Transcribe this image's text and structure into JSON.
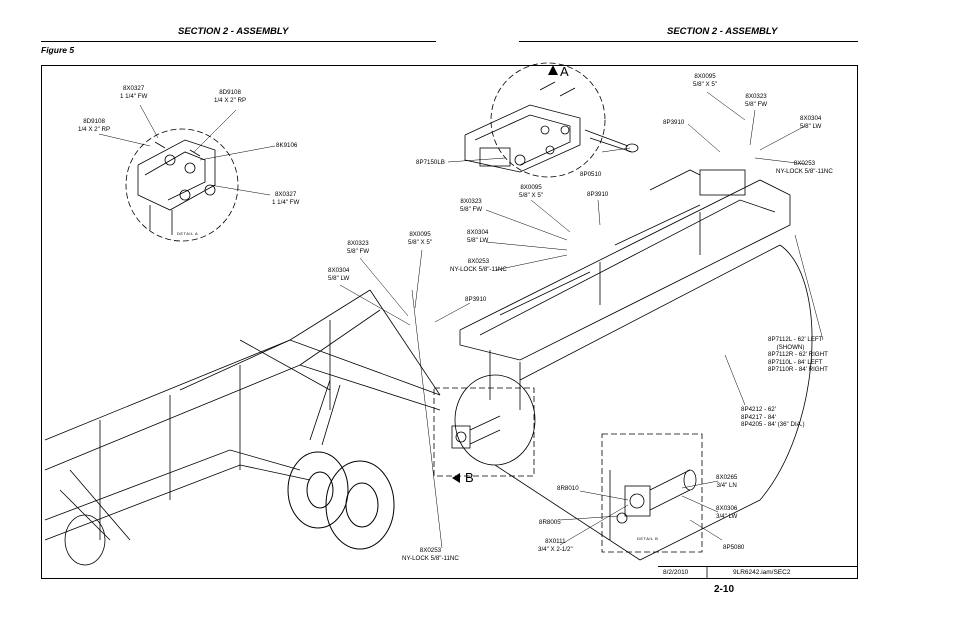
{
  "header": {
    "left_title": "SECTION 2 - ASSEMBLY",
    "right_title": "SECTION 2 - ASSEMBLY"
  },
  "figure_label": "Figure 5",
  "detail_markers": {
    "a": "A",
    "b": "B"
  },
  "detail_captions": {
    "a": "DETAIL  A",
    "b": "DETAIL  B"
  },
  "parts": {
    "p01": "8X0327\n1 1/4\" FW",
    "p02": "8D9108\n1/4 X 2\" RP",
    "p03": "8D9108\n1/4 X 2\" RP",
    "p04": "8K9106",
    "p05": "8X0327\n1 1/4\" FW",
    "p06": "8P7150LB",
    "p07": "8X0095\n5/8\" X 5\"",
    "p08": "8X0323\n5/8\" FW",
    "p09": "8P3910",
    "p10": "8X0304\n5/8\" LW",
    "p11": "8X0253\nNY-LOCK 5/8\"-11NC",
    "p12": "8P0510",
    "p13": "8X0095\n5/8\" X 5\"",
    "p14": "8P3910",
    "p15": "8X0323\n5/8\" FW",
    "p16": "8X0304\n5/8\" LW",
    "p17": "8X0253\nNY-LOCK 5/8\"-11NC",
    "p18": "8X0323\n5/8\" FW",
    "p19": "8X0095\n5/8\" X 5\"",
    "p20": "8X0304\n5/8\" LW",
    "p21": "8P3910",
    "p22": "8P7112L - 62' LEFT\n     (SHOWN)\n8P7112R - 62' RIGHT\n8P7110L - 84' LEFT\n8P7110R - 84' RIGHT",
    "p23": "8P4212 - 62'\n8P4217 - 84'\n8P4205 - 84' (36\" DIA.)",
    "p24": "8R8010",
    "p25": "8R8005",
    "p26": "8X0111\n3/4\" X 2-1/2\"",
    "p27": "8X0265\n3/4\" LN",
    "p28": "8X0306\n3/4\" LW",
    "p29": "8P5080",
    "p30": "8X0253\nNY-LOCK 5/8\"-11NC"
  },
  "title_block": {
    "date": "8/2/2010",
    "file": "9LR6242.iam/SEC2"
  },
  "page_number": "2-10"
}
